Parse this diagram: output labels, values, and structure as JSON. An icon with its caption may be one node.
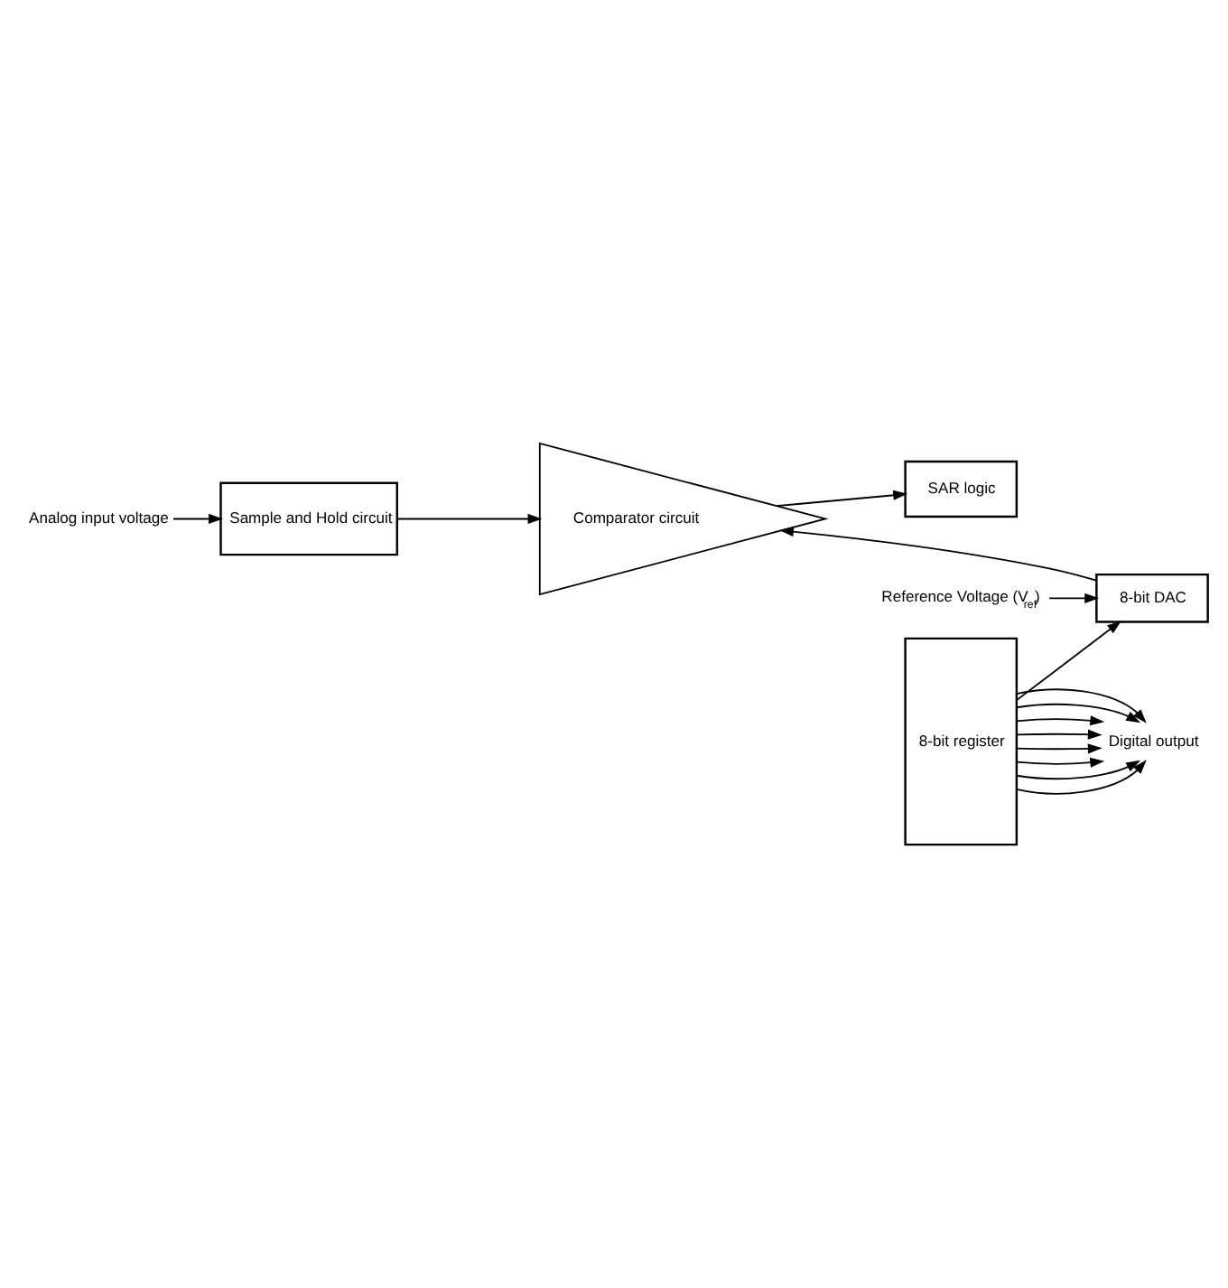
{
  "diagram": {
    "nodes": [
      {
        "text": [
          "Analog input voltage"
        ]
      },
      {
        "text": [
          "Sample and Hold circuit"
        ]
      },
      {
        "text": [
          "Comparator circuit"
        ]
      },
      {
        "text": [
          "Reference Voltage (V$_{ref}$)"
        ]
      },
      {
        "text": [
          "8-bit DAC"
        ]
      },
      {
        "text": [
          "8-bit register"
        ]
      },
      {
        "text": [
          "SAR logic"
        ]
      },
      {
        "text": [
          "Digital output"
        ]
      }
    ],
    "edges": [
      {
        "from": 0,
        "to": 1,
        "arrow": "to"
      },
      {
        "from": 1,
        "to": 2,
        "arrow": "to"
      },
      {
        "from": 4,
        "to": 2,
        "arrow": "to"
      },
      {
        "from": 3,
        "to": 4,
        "arrow": "to"
      },
      {
        "from": 5,
        "to": 4,
        "arrow": "to"
      },
      {
        "from": 2,
        "to": 6,
        "arrow": "to"
      },
      {
        "from": 5,
        "to": 7,
        "arrow": "to"
      },
      {
        "from": 5,
        "to": 7,
        "arrow": "to"
      },
      {
        "from": 5,
        "to": 7,
        "arrow": "to"
      },
      {
        "from": 5,
        "to": 7,
        "arrow": "to"
      },
      {
        "from": 5,
        "to": 7,
        "arrow": "to"
      },
      {
        "from": 5,
        "to": 7,
        "arrow": "to"
      },
      {
        "from": 5,
        "to": 7,
        "arrow": "to"
      },
      {
        "from": 5,
        "to": 7,
        "arrow": "to"
      }
    ]
  }
}
